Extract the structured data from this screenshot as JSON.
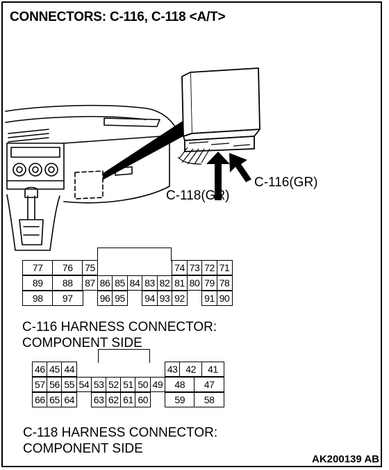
{
  "title": "CONNECTORS: C-116, C-118 <A/T>",
  "callouts": {
    "c116": "C-116(GR)",
    "c118": "C-118(GR)"
  },
  "connector_c116": {
    "caption_line1": "C-116 HARNESS CONNECTOR:",
    "caption_line2": "COMPONENT SIDE",
    "rows": [
      [
        {
          "t": "77",
          "c": 0,
          "w": 2
        },
        {
          "t": "76",
          "c": 2,
          "w": 2
        },
        {
          "t": "75",
          "c": 4,
          "w": 1
        },
        {
          "t": "74",
          "c": 10,
          "w": 1
        },
        {
          "t": "73",
          "c": 11,
          "w": 1
        },
        {
          "t": "72",
          "c": 12,
          "w": 1
        },
        {
          "t": "71",
          "c": 13,
          "w": 1
        }
      ],
      [
        {
          "t": "89",
          "c": 0,
          "w": 2
        },
        {
          "t": "88",
          "c": 2,
          "w": 2
        },
        {
          "t": "87",
          "c": 4,
          "w": 1
        },
        {
          "t": "86",
          "c": 5,
          "w": 1
        },
        {
          "t": "85",
          "c": 6,
          "w": 1
        },
        {
          "t": "84",
          "c": 7,
          "w": 1
        },
        {
          "t": "83",
          "c": 8,
          "w": 1
        },
        {
          "t": "82",
          "c": 9,
          "w": 1
        },
        {
          "t": "81",
          "c": 10,
          "w": 1
        },
        {
          "t": "80",
          "c": 11,
          "w": 1
        },
        {
          "t": "79",
          "c": 12,
          "w": 1
        },
        {
          "t": "78",
          "c": 13,
          "w": 1
        }
      ],
      [
        {
          "t": "98",
          "c": 0,
          "w": 2
        },
        {
          "t": "97",
          "c": 2,
          "w": 2
        },
        {
          "t": "96",
          "c": 5,
          "w": 1
        },
        {
          "t": "95",
          "c": 6,
          "w": 1
        },
        {
          "t": "94",
          "c": 8,
          "w": 1
        },
        {
          "t": "93",
          "c": 9,
          "w": 1
        },
        {
          "t": "92",
          "c": 10,
          "w": 1
        },
        {
          "t": "91",
          "c": 12,
          "w": 1
        },
        {
          "t": "90",
          "c": 13,
          "w": 1
        }
      ]
    ]
  },
  "connector_c118": {
    "caption_line1": "C-118 HARNESS CONNECTOR:",
    "caption_line2": "COMPONENT SIDE",
    "rows": [
      [
        {
          "t": "46",
          "c": 0,
          "w": 1
        },
        {
          "t": "45",
          "c": 1,
          "w": 1
        },
        {
          "t": "44",
          "c": 2,
          "w": 1
        },
        {
          "t": "43",
          "c": 9,
          "w": 1
        },
        {
          "t": "42",
          "c": 10,
          "w": 1.5
        },
        {
          "t": "41",
          "c": 11.5,
          "w": 1.5
        }
      ],
      [
        {
          "t": "57",
          "c": 0,
          "w": 1
        },
        {
          "t": "56",
          "c": 1,
          "w": 1
        },
        {
          "t": "55",
          "c": 2,
          "w": 1
        },
        {
          "t": "54",
          "c": 3,
          "w": 1
        },
        {
          "t": "53",
          "c": 4,
          "w": 1
        },
        {
          "t": "52",
          "c": 5,
          "w": 1
        },
        {
          "t": "51",
          "c": 6,
          "w": 1
        },
        {
          "t": "50",
          "c": 7,
          "w": 1
        },
        {
          "t": "49",
          "c": 8,
          "w": 1
        },
        {
          "t": "48",
          "c": 9,
          "w": 2
        },
        {
          "t": "47",
          "c": 11,
          "w": 2
        }
      ],
      [
        {
          "t": "66",
          "c": 0,
          "w": 1
        },
        {
          "t": "65",
          "c": 1,
          "w": 1
        },
        {
          "t": "64",
          "c": 2,
          "w": 1
        },
        {
          "t": "63",
          "c": 4,
          "w": 1
        },
        {
          "t": "62",
          "c": 5,
          "w": 1
        },
        {
          "t": "61",
          "c": 6,
          "w": 1
        },
        {
          "t": "60",
          "c": 7,
          "w": 1
        },
        {
          "t": "59",
          "c": 9,
          "w": 2
        },
        {
          "t": "58",
          "c": 11,
          "w": 2
        }
      ]
    ]
  },
  "figure_code": "AK200139 AB"
}
